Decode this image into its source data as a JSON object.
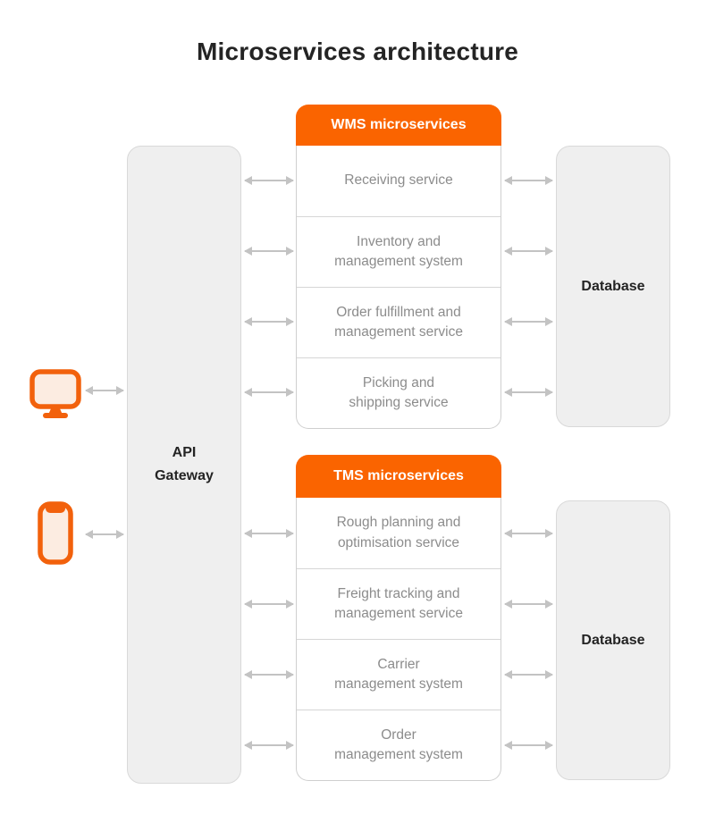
{
  "title": "Microservices architecture",
  "api_gateway": {
    "label": "API\nGateway"
  },
  "wms": {
    "header": "WMS microservices",
    "rows": [
      "Receiving service",
      "Inventory and\nmanagement system",
      "Order fulfillment and\nmanagement service",
      "Picking and\nshipping service"
    ]
  },
  "tms": {
    "header": "TMS microservices",
    "rows": [
      "Rough planning and\noptimisation service",
      "Freight tracking and\nmanagement service",
      "Carrier\nmanagement system",
      "Order\nmanagement system"
    ]
  },
  "databases": {
    "top_label": "Database",
    "bottom_label": "Database"
  },
  "icons": {
    "desktop": "desktop-computer-icon",
    "mobile": "mobile-phone-icon"
  },
  "colors": {
    "accent_orange": "#fa6400",
    "icon_orange": "#f2610c",
    "icon_fill": "#fcece1",
    "box_gray": "#efefef",
    "arrow_gray": "#c3c3c3",
    "row_text_gray": "#8c8c8c",
    "dark_text": "#242424"
  }
}
